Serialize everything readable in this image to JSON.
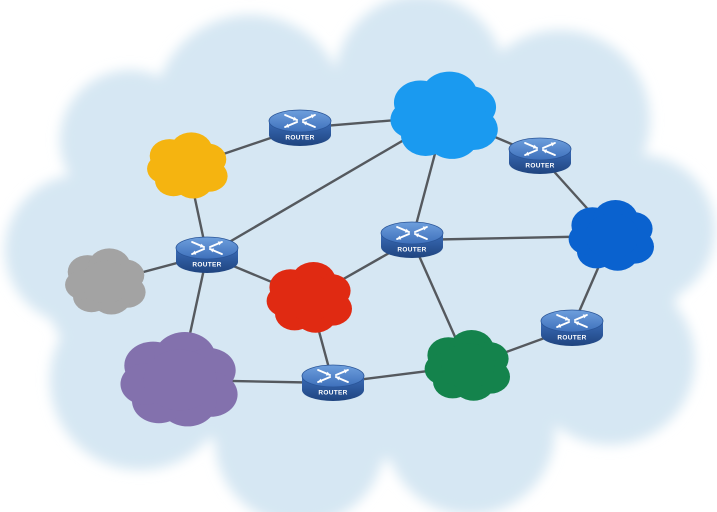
{
  "diagram": {
    "routers": [
      {
        "id": "r-top",
        "label": "ROUTER"
      },
      {
        "id": "r-left",
        "label": "ROUTER"
      },
      {
        "id": "r-center",
        "label": "ROUTER"
      },
      {
        "id": "r-right-top",
        "label": "ROUTER"
      },
      {
        "id": "r-right-low",
        "label": "ROUTER"
      },
      {
        "id": "r-bottom",
        "label": "ROUTER"
      }
    ],
    "networks": [
      {
        "id": "net-yellow",
        "color": "#f5b410"
      },
      {
        "id": "net-gray",
        "color": "#a3a3a3"
      },
      {
        "id": "net-purple",
        "color": "#8371ad"
      },
      {
        "id": "net-red",
        "color": "#e02a12"
      },
      {
        "id": "net-green",
        "color": "#14834c"
      },
      {
        "id": "net-light-blue",
        "color": "#1a9af0"
      },
      {
        "id": "net-dark-blue",
        "color": "#0a62cf"
      }
    ],
    "links": [
      [
        "net-yellow",
        "r-top"
      ],
      [
        "r-top",
        "net-light-blue"
      ],
      [
        "net-yellow",
        "r-left"
      ],
      [
        "net-gray",
        "r-left"
      ],
      [
        "r-left",
        "net-purple"
      ],
      [
        "r-left",
        "net-light-blue"
      ],
      [
        "r-left",
        "net-red"
      ],
      [
        "net-red",
        "r-center"
      ],
      [
        "net-red",
        "r-bottom"
      ],
      [
        "net-purple",
        "r-bottom"
      ],
      [
        "r-bottom",
        "net-green"
      ],
      [
        "r-center",
        "net-light-blue"
      ],
      [
        "r-center",
        "net-dark-blue"
      ],
      [
        "r-center",
        "net-green"
      ],
      [
        "net-light-blue",
        "r-right-top"
      ],
      [
        "r-right-top",
        "net-dark-blue"
      ],
      [
        "net-dark-blue",
        "r-right-low"
      ],
      [
        "r-right-low",
        "net-green"
      ]
    ],
    "colors": {
      "background_cloud": "#d6e7f3",
      "link": "#55595e",
      "router_body": "#2d5da8",
      "router_top": "#4a80c9"
    }
  }
}
